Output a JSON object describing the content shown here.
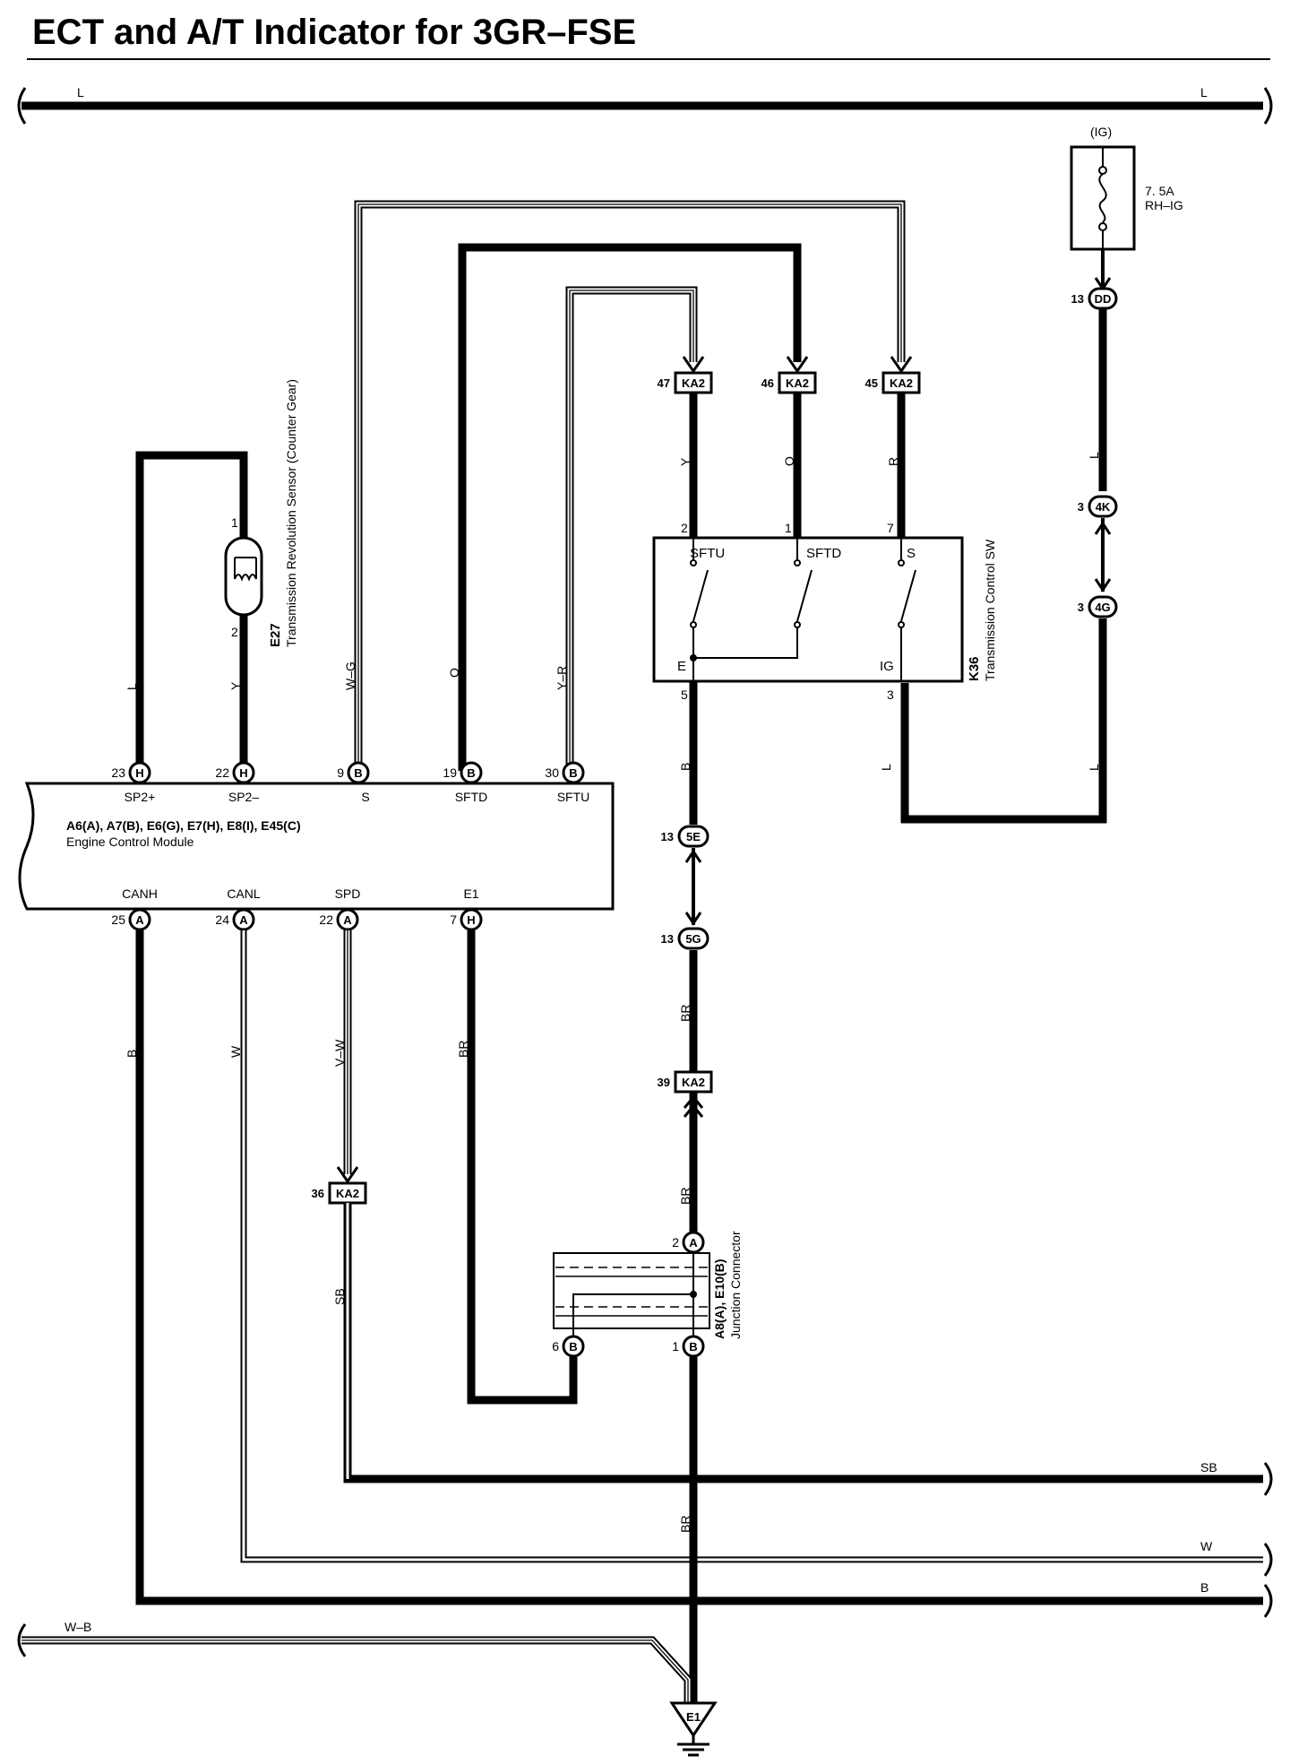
{
  "title": "ECT and A/T Indicator for 3GR–FSE",
  "wires": {
    "top_bus": "L",
    "w_g": "W–G",
    "o": "O",
    "y_r": "Y–R",
    "l": "L",
    "y": "Y",
    "ka_y": "Y",
    "ka_o": "O",
    "ka_r": "R",
    "ig_l1": "L",
    "ig_l2": "L",
    "k36_l": "L",
    "b_5": "B",
    "br_5g": "BR",
    "br_ka39": "BR",
    "canh": "B",
    "canl": "W",
    "spd": "V–W",
    "e1": "BR",
    "sb": "SB",
    "br_bottom": "BR",
    "bus_sb": "SB",
    "bus_w": "W",
    "bus_b": "B",
    "ground": "W–B"
  },
  "fuse": {
    "supply": "(IG)",
    "rating": "7. 5A",
    "name": "RH–IG"
  },
  "ecm": {
    "parts": "A6(A), A7(B), E6(G), E7(H), E8(I), E45(C)",
    "name": "Engine Control Module",
    "top_pins": [
      {
        "num": "23",
        "conn": "H",
        "label": "SP2+"
      },
      {
        "num": "22",
        "conn": "H",
        "label": "SP2–"
      },
      {
        "num": "9",
        "conn": "B",
        "label": "S"
      },
      {
        "num": "19",
        "conn": "B",
        "label": "SFTD"
      },
      {
        "num": "30",
        "conn": "B",
        "label": "SFTU"
      }
    ],
    "bottom_pins": [
      {
        "num": "25",
        "conn": "A",
        "label": "CANH"
      },
      {
        "num": "24",
        "conn": "A",
        "label": "CANL"
      },
      {
        "num": "22",
        "conn": "A",
        "label": "SPD"
      },
      {
        "num": "7",
        "conn": "H",
        "label": "E1"
      }
    ]
  },
  "sensor": {
    "id": "E27",
    "name": "Transmission Revolution Sensor (Counter Gear)",
    "pin1": "1",
    "pin2": "2"
  },
  "switch": {
    "id": "K36",
    "name": "Transmission Control SW",
    "terms": [
      "SFTU",
      "SFTD",
      "S",
      "E",
      "IG"
    ],
    "pins": {
      "sftu": "2",
      "sftd": "1",
      "s": "7",
      "e": "5",
      "ig": "3"
    }
  },
  "connectors": {
    "ka47": {
      "num": "47",
      "name": "KA2"
    },
    "ka46": {
      "num": "46",
      "name": "KA2"
    },
    "ka45": {
      "num": "45",
      "name": "KA2"
    },
    "ka39": {
      "num": "39",
      "name": "KA2"
    },
    "ka36": {
      "num": "36",
      "name": "KA2"
    },
    "dd": {
      "num": "13",
      "name": "DD"
    },
    "k4": {
      "num": "3",
      "name": "4K"
    },
    "g4": {
      "num": "3",
      "name": "4G"
    },
    "e5": {
      "num": "13",
      "name": "5E"
    },
    "g5": {
      "num": "13",
      "name": "5G"
    }
  },
  "junction": {
    "parts": "A8(A), E10(B)",
    "name": "Junction Connector",
    "pin_a": {
      "num": "2",
      "conn": "A"
    },
    "pin_b6": {
      "num": "6",
      "conn": "B"
    },
    "pin_b1": {
      "num": "1",
      "conn": "B"
    }
  },
  "ground": {
    "name": "E1"
  }
}
